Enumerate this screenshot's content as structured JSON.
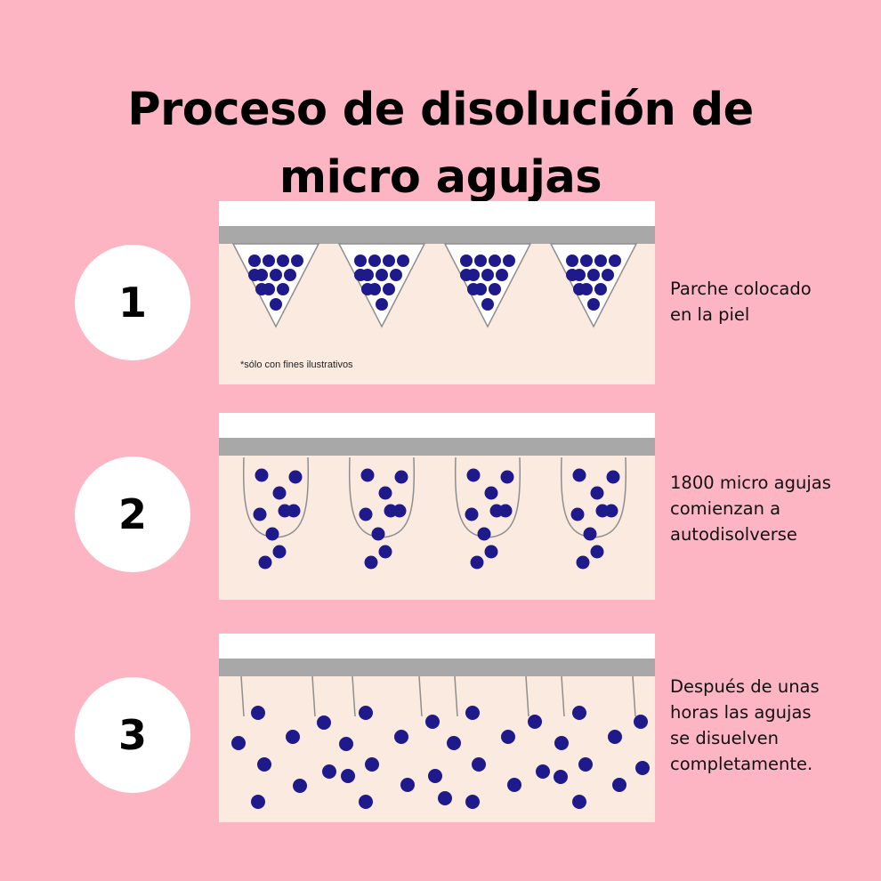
{
  "title": {
    "line1": "Proceso de disolución de",
    "line2": "micro agujas"
  },
  "colors": {
    "background": "#FDB5C4",
    "skin": "#FBEAE0",
    "patch_top": "#FFFFFF",
    "patch_band": "#A8A8A8",
    "needle": "#FFFFFF",
    "needle_outline": "#8E8E8E",
    "dot": "#1E1A8C",
    "circle": "#FFFFFF"
  },
  "steps": [
    {
      "number": "1",
      "note": "*sólo con fines ilustrativos",
      "description": [
        "Parche colocado",
        "en la piel"
      ]
    },
    {
      "number": "2",
      "description": [
        "1800 micro agujas",
        "comienzan a",
        "autodisolverse"
      ]
    },
    {
      "number": "3",
      "description": [
        "Después de unas",
        "horas las agujas",
        "se disuelven",
        "completamente."
      ]
    }
  ]
}
